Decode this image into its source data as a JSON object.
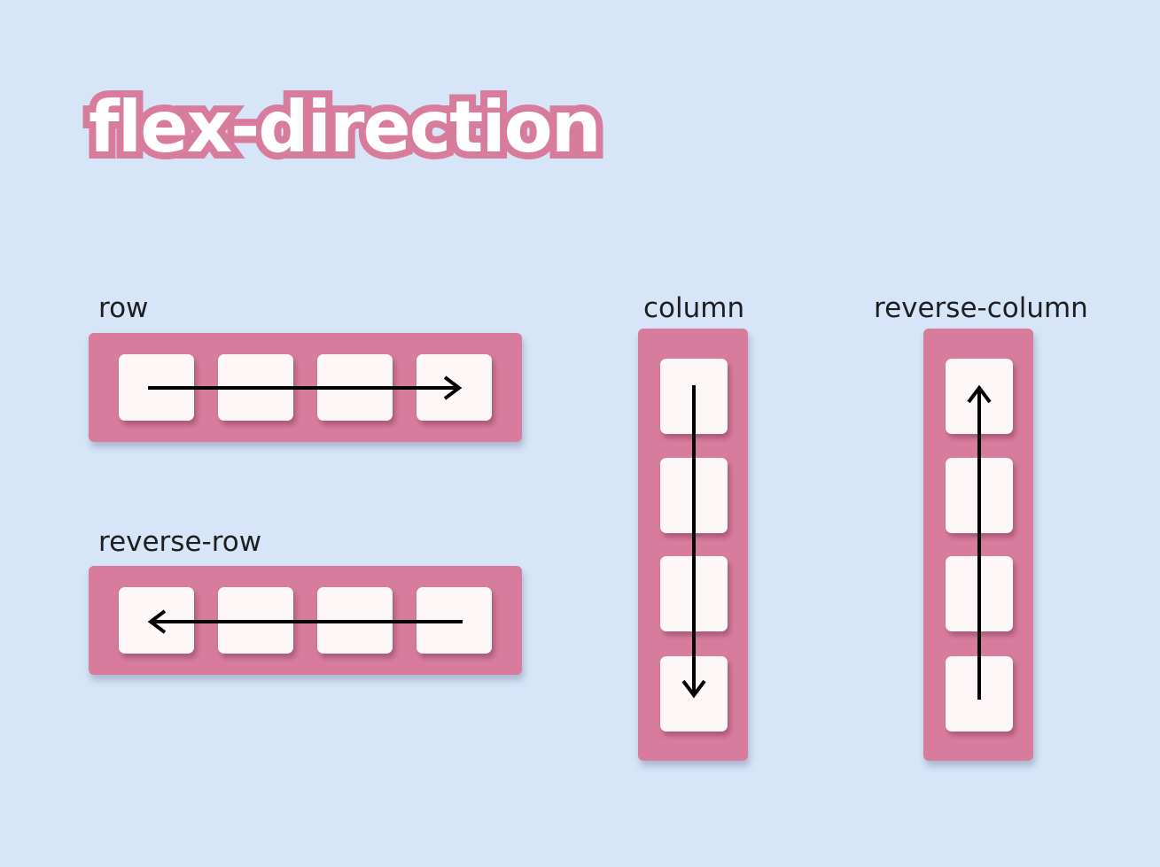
{
  "title": "flex-direction",
  "colors": {
    "background": "#d6e5f8",
    "container": "#d87c9d",
    "item": "#fdf8f7",
    "arrow": "#000000",
    "title_fill": "#ffffff",
    "title_outline": "#d87c9d"
  },
  "examples": {
    "row": {
      "label": "row",
      "direction": "left-to-right",
      "item_count": 4
    },
    "reverse_row": {
      "label": "reverse-row",
      "direction": "right-to-left",
      "item_count": 4
    },
    "column": {
      "label": "column",
      "direction": "top-to-bottom",
      "item_count": 4
    },
    "reverse_column": {
      "label": "reverse-column",
      "direction": "bottom-to-top",
      "item_count": 4
    }
  }
}
